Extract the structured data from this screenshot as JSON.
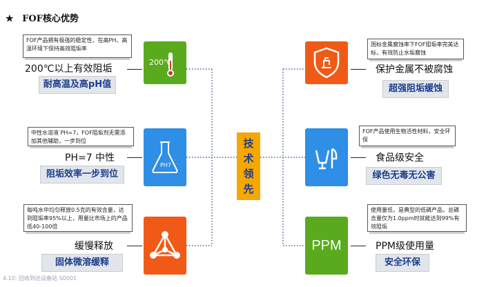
{
  "header": {
    "star": "★",
    "title": "FOF核心优势"
  },
  "center": {
    "chars": [
      "技",
      "术",
      "领",
      "先"
    ]
  },
  "left": [
    {
      "box": "FOF产品拥有极强的稳定性，在高PH、高温环境下保持高效阻垢率",
      "label": "200℃以上有效阻垢",
      "tag": "耐高温及高pH值",
      "tile_text": "200℃",
      "icon": "thermometer-icon",
      "color": "#5aaa1e"
    },
    {
      "box": "中性水溶液 PH=7，FOF阻垢剂无需添加其他辅助，一步到位",
      "label": "PH=7 中性",
      "tag": "阻垢效率一步到位",
      "tile_text": "PH7",
      "icon": "flask-icon",
      "color": "#2f8ee5"
    },
    {
      "box": "每吨水中均匀释放0.5克的有效含量，达到阻垢率95%以上，用量比市场上的产品低40-100倍",
      "label": "缓慢释放",
      "tag": "固体微溶缓释",
      "icon": "molecule-icon",
      "color": "#f05a16"
    }
  ],
  "right": [
    {
      "box": "国标金属腐蚀率下FOF阻垢率完美达标，有效防止水垢腐蚀",
      "label": "保护金属不被腐蚀",
      "tag": "超强阻垢缓蚀",
      "icon": "shield-icon",
      "color": "#f05a16"
    },
    {
      "box": "FOF产品使用生物活性材料，安全环保",
      "label": "食品级安全",
      "tag": "绿色无毒无公害",
      "icon": "tableware-icon",
      "color": "#2f8ee5"
    },
    {
      "box": "使用量低，是典型的低磷产品，总磷含量仅为1.0ppm时就能达到99%有效阻垢",
      "label": "PPM级使用量",
      "tag": "安全环保",
      "tile_text": "PPM",
      "icon": "ppm-icon",
      "color": "#5aaa1e"
    }
  ],
  "watermark": "4.10: 回收到达设备站 S0001"
}
